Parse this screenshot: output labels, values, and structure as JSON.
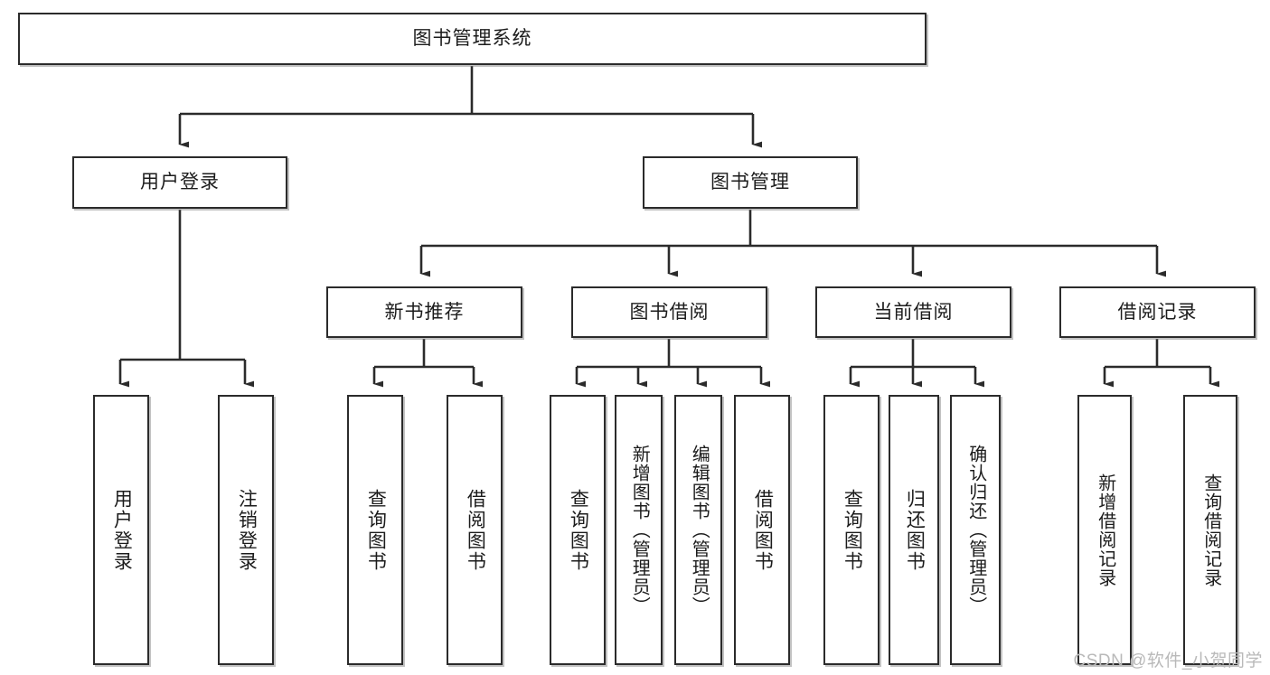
{
  "diagram": {
    "title": "图书管理系统",
    "type": "tree",
    "orientation": "top-down",
    "line_color": "#2b2b2b",
    "box_fill": "#ffffff",
    "text_color": "#1c1c1c"
  },
  "root": {
    "label": "图书管理系统"
  },
  "level2": [
    {
      "label": "用户登录"
    },
    {
      "label": "图书管理"
    }
  ],
  "level3": [
    {
      "label": "新书推荐"
    },
    {
      "label": "图书借阅"
    },
    {
      "label": "当前借阅"
    },
    {
      "label": "借阅记录"
    }
  ],
  "leaves": {
    "user_login": [
      {
        "label": "用户登录"
      },
      {
        "label": "注销登录"
      }
    ],
    "new_book_recommend": [
      {
        "label": "查询图书"
      },
      {
        "label": "借阅图书"
      }
    ],
    "book_borrow": [
      {
        "label": "查询图书"
      },
      {
        "label": "新增图书（管理员）"
      },
      {
        "label": "编辑图书（管理员）"
      },
      {
        "label": "借阅图书"
      }
    ],
    "current_borrow": [
      {
        "label": "查询图书"
      },
      {
        "label": "归还图书"
      },
      {
        "label": "确认归还（管理员）"
      }
    ],
    "borrow_record": [
      {
        "label": "新增借阅记录"
      },
      {
        "label": "查询借阅记录"
      }
    ]
  },
  "watermark": {
    "text": "CSDN @软件_小贺同学"
  }
}
